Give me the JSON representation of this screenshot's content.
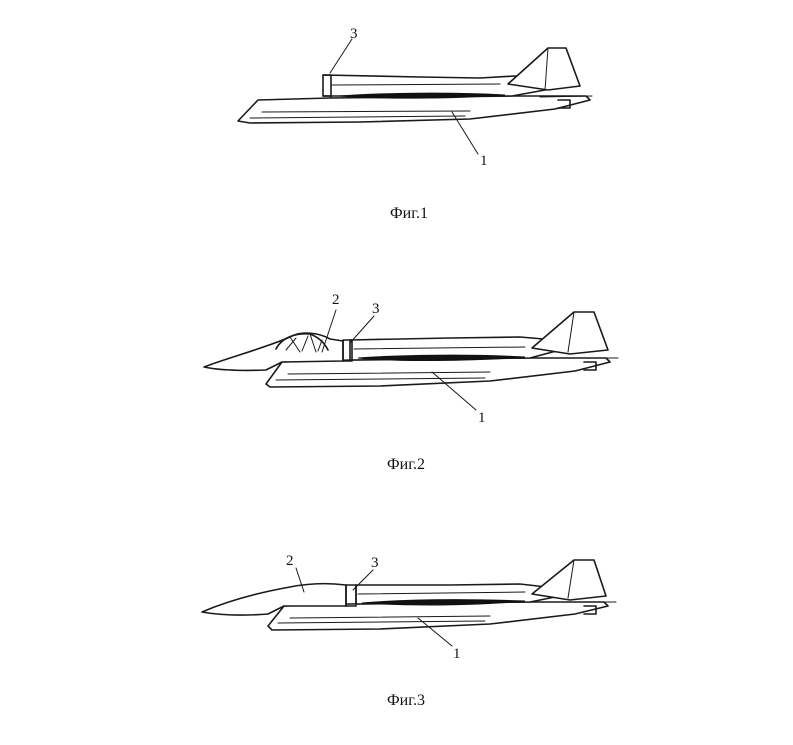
{
  "figures": [
    {
      "caption": "Фиг.1",
      "callouts": {
        "fuselage": "1",
        "module": "",
        "joint": "3"
      }
    },
    {
      "caption": "Фиг.2",
      "callouts": {
        "fuselage": "1",
        "module": "2",
        "joint": "3"
      }
    },
    {
      "caption": "Фиг.3",
      "callouts": {
        "fuselage": "1",
        "module": "2",
        "joint": "3"
      }
    }
  ],
  "colors": {
    "ink": "#1a1a1a",
    "paper": "#ffffff"
  }
}
